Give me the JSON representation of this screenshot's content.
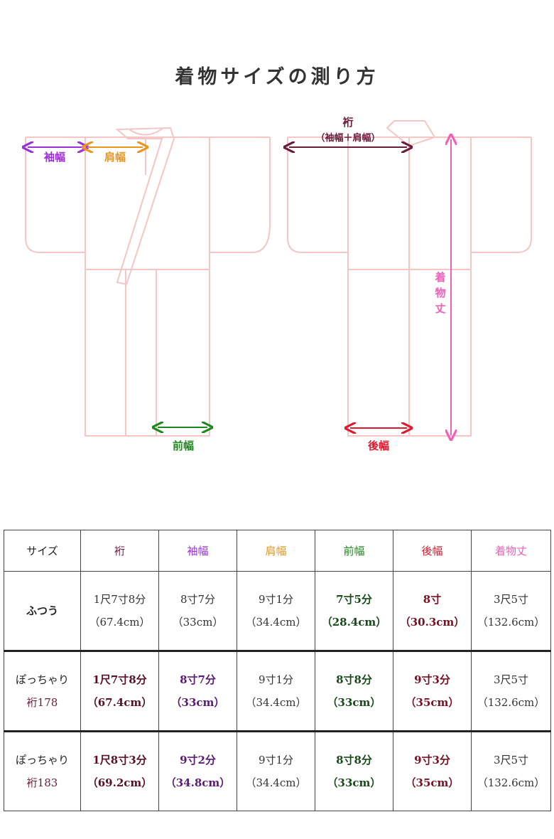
{
  "title": "着物サイズの測り方",
  "colors": {
    "outline": "#f4c6c6",
    "sodehaba": "#9b30d9",
    "katahaba": "#e8961e",
    "maehaba": "#1e8a1e",
    "ushirohaba": "#e0182e",
    "yuki": "#6b1a3a",
    "mitake": "#f060b8"
  },
  "diagram": {
    "front": {
      "sodehaba": "袖幅",
      "katahaba": "肩幅",
      "maehaba": "前幅"
    },
    "back": {
      "yuki": "裄",
      "yuki_formula": "（袖幅＋肩幅）",
      "ushirohaba": "後幅",
      "mitake": [
        "着",
        "物",
        "丈"
      ]
    }
  },
  "table": {
    "headers": [
      {
        "label": "サイズ",
        "color": "#222222"
      },
      {
        "label": "裄",
        "color": "#6b1a3a"
      },
      {
        "label": "袖幅",
        "color": "#9b30d9"
      },
      {
        "label": "肩幅",
        "color": "#e8961e"
      },
      {
        "label": "前幅",
        "color": "#1e8a1e"
      },
      {
        "label": "後幅",
        "color": "#d6182e"
      },
      {
        "label": "着物丈",
        "color": "#f060b8"
      }
    ],
    "rows": [
      {
        "name": "ふつう",
        "sub": "",
        "cells": [
          {
            "l1": "1尺7寸8分",
            "l2": "（67.4cm）",
            "color": "#333333",
            "bold": false
          },
          {
            "l1": "8寸7分",
            "l2": "（33cm）",
            "color": "#333333",
            "bold": false
          },
          {
            "l1": "9寸1分",
            "l2": "（34.4cm）",
            "color": "#333333",
            "bold": false
          },
          {
            "l1": "7寸5分",
            "l2": "（28.4cm）",
            "color": "#1a4a1a",
            "bold": true
          },
          {
            "l1": "8寸",
            "l2": "（30.3cm）",
            "color": "#7a1020",
            "bold": true
          },
          {
            "l1": "3尺5寸",
            "l2": "（132.6cm）",
            "color": "#333333",
            "bold": false
          }
        ]
      },
      {
        "name": "ぽっちゃり",
        "sub": "裄178",
        "cells": [
          {
            "l1": "1尺7寸8分",
            "l2": "（67.4cm）",
            "color": "#5a1028",
            "bold": true
          },
          {
            "l1": "8寸7分",
            "l2": "（33cm）",
            "color": "#5a1a78",
            "bold": true
          },
          {
            "l1": "9寸1分",
            "l2": "（34.4cm）",
            "color": "#333333",
            "bold": false
          },
          {
            "l1": "8寸8分",
            "l2": "（33cm）",
            "color": "#1a4a1a",
            "bold": true
          },
          {
            "l1": "9寸3分",
            "l2": "（35cm）",
            "color": "#7a1020",
            "bold": true
          },
          {
            "l1": "3尺5寸",
            "l2": "（132.6cm）",
            "color": "#333333",
            "bold": false
          }
        ]
      },
      {
        "name": "ぽっちゃり",
        "sub": "裄183",
        "cells": [
          {
            "l1": "1尺8寸3分",
            "l2": "（69.2cm）",
            "color": "#5a1028",
            "bold": true
          },
          {
            "l1": "9寸2分",
            "l2": "（34.8cm）",
            "color": "#5a1a78",
            "bold": true
          },
          {
            "l1": "9寸1分",
            "l2": "（34.4cm）",
            "color": "#333333",
            "bold": false
          },
          {
            "l1": "8寸8分",
            "l2": "（33cm）",
            "color": "#1a4a1a",
            "bold": true
          },
          {
            "l1": "9寸3分",
            "l2": "（35cm）",
            "color": "#7a1020",
            "bold": true
          },
          {
            "l1": "3尺5寸",
            "l2": "（132.6cm）",
            "color": "#333333",
            "bold": false
          }
        ]
      }
    ]
  }
}
